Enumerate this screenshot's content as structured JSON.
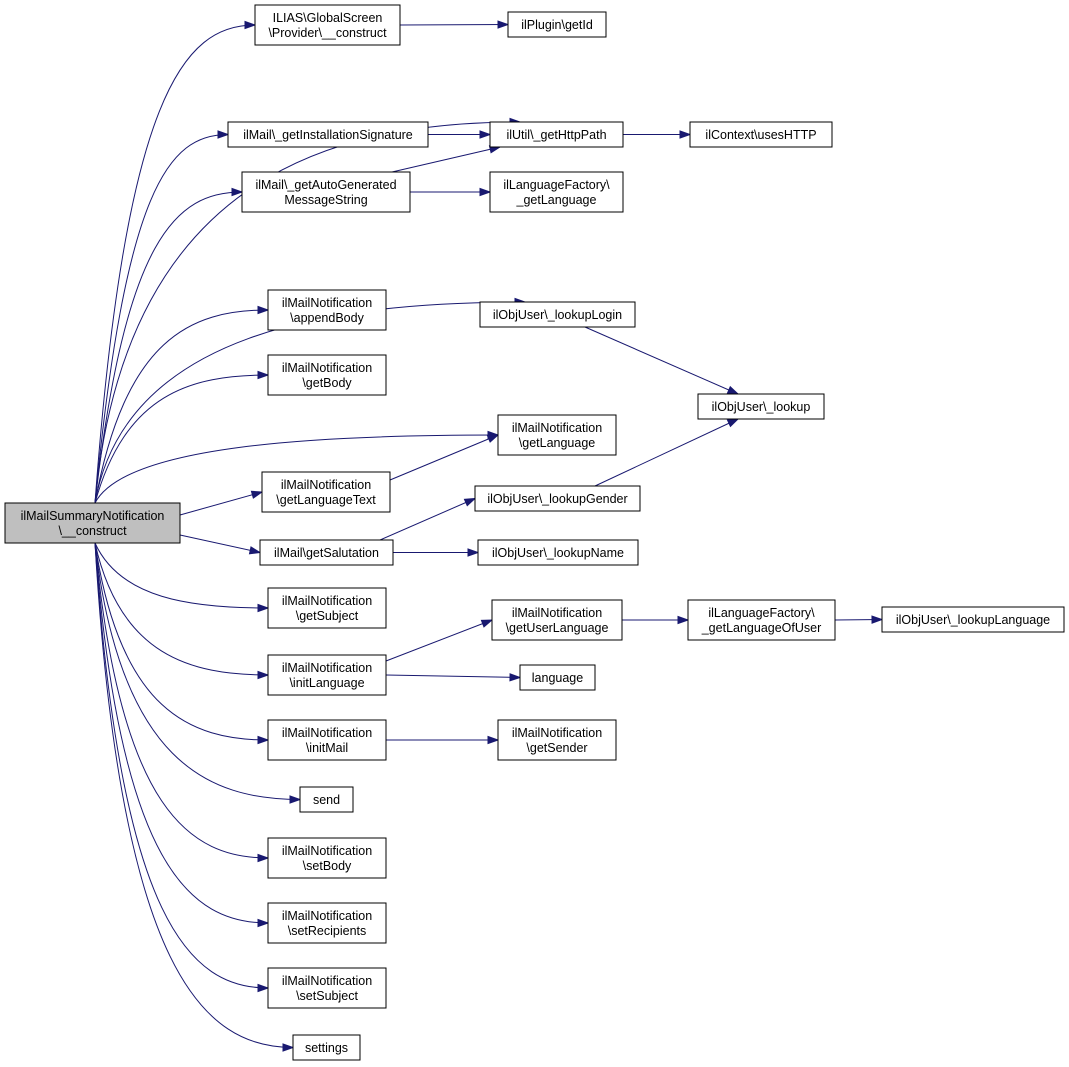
{
  "colors": {
    "edge": "#191970",
    "root_fill": "#bfbfbf",
    "node_fill": "#ffffff",
    "node_stroke": "#000000"
  },
  "nodes": {
    "root": {
      "lines": [
        "ilMailSummaryNotification",
        "\\__construct"
      ]
    },
    "gs_construct": {
      "lines": [
        "ILIAS\\GlobalScreen",
        "\\Provider\\__construct"
      ]
    },
    "plugin_getid": {
      "lines": [
        "ilPlugin\\getId"
      ]
    },
    "get_install_sig": {
      "lines": [
        "ilMail\\_getInstallationSignature"
      ]
    },
    "http_path": {
      "lines": [
        "ilUtil\\_getHttpPath"
      ]
    },
    "uses_http": {
      "lines": [
        "ilContext\\usesHTTP"
      ]
    },
    "auto_msg": {
      "lines": [
        "ilMail\\_getAutoGenerated",
        "MessageString"
      ]
    },
    "lang_factory_get": {
      "lines": [
        "ilLanguageFactory\\",
        "_getLanguage"
      ]
    },
    "append_body": {
      "lines": [
        "ilMailNotification",
        "\\appendBody"
      ]
    },
    "lookup_login": {
      "lines": [
        "ilObjUser\\_lookupLogin"
      ]
    },
    "get_body": {
      "lines": [
        "ilMailNotification",
        "\\getBody"
      ]
    },
    "lookup": {
      "lines": [
        "ilObjUser\\_lookup"
      ]
    },
    "get_language": {
      "lines": [
        "ilMailNotification",
        "\\getLanguage"
      ]
    },
    "get_lang_text": {
      "lines": [
        "ilMailNotification",
        "\\getLanguageText"
      ]
    },
    "lookup_gender": {
      "lines": [
        "ilObjUser\\_lookupGender"
      ]
    },
    "get_salutation": {
      "lines": [
        "ilMail\\getSalutation"
      ]
    },
    "lookup_name": {
      "lines": [
        "ilObjUser\\_lookupName"
      ]
    },
    "get_subject": {
      "lines": [
        "ilMailNotification",
        "\\getSubject"
      ]
    },
    "get_user_lang": {
      "lines": [
        "ilMailNotification",
        "\\getUserLanguage"
      ]
    },
    "lang_of_user": {
      "lines": [
        "ilLanguageFactory\\",
        "_getLanguageOfUser"
      ]
    },
    "lookup_language": {
      "lines": [
        "ilObjUser\\_lookupLanguage"
      ]
    },
    "init_language": {
      "lines": [
        "ilMailNotification",
        "\\initLanguage"
      ]
    },
    "language": {
      "lines": [
        "language"
      ]
    },
    "init_mail": {
      "lines": [
        "ilMailNotification",
        "\\initMail"
      ]
    },
    "get_sender": {
      "lines": [
        "ilMailNotification",
        "\\getSender"
      ]
    },
    "send": {
      "lines": [
        "send"
      ]
    },
    "set_body": {
      "lines": [
        "ilMailNotification",
        "\\setBody"
      ]
    },
    "set_recipients": {
      "lines": [
        "ilMailNotification",
        "\\setRecipients"
      ]
    },
    "set_subject": {
      "lines": [
        "ilMailNotification",
        "\\setSubject"
      ]
    },
    "settings": {
      "lines": [
        "settings"
      ]
    }
  },
  "edges": [
    [
      "root",
      "gs_construct"
    ],
    [
      "root",
      "http_path"
    ],
    [
      "root",
      "get_install_sig"
    ],
    [
      "root",
      "auto_msg"
    ],
    [
      "root",
      "lookup_login"
    ],
    [
      "root",
      "append_body"
    ],
    [
      "root",
      "get_body"
    ],
    [
      "root",
      "get_language"
    ],
    [
      "root",
      "get_lang_text"
    ],
    [
      "root",
      "get_salutation"
    ],
    [
      "root",
      "get_subject"
    ],
    [
      "root",
      "init_language"
    ],
    [
      "root",
      "init_mail"
    ],
    [
      "root",
      "send"
    ],
    [
      "root",
      "set_body"
    ],
    [
      "root",
      "set_recipients"
    ],
    [
      "root",
      "set_subject"
    ],
    [
      "root",
      "settings"
    ],
    [
      "gs_construct",
      "plugin_getid"
    ],
    [
      "get_install_sig",
      "http_path"
    ],
    [
      "auto_msg",
      "http_path"
    ],
    [
      "auto_msg",
      "lang_factory_get"
    ],
    [
      "http_path",
      "uses_http"
    ],
    [
      "lookup_login",
      "lookup"
    ],
    [
      "get_lang_text",
      "get_language"
    ],
    [
      "get_salutation",
      "lookup_gender"
    ],
    [
      "get_salutation",
      "lookup_name"
    ],
    [
      "lookup_gender",
      "lookup"
    ],
    [
      "init_language",
      "get_user_lang"
    ],
    [
      "init_language",
      "language"
    ],
    [
      "get_user_lang",
      "lang_of_user"
    ],
    [
      "lang_of_user",
      "lookup_language"
    ],
    [
      "init_mail",
      "get_sender"
    ]
  ]
}
